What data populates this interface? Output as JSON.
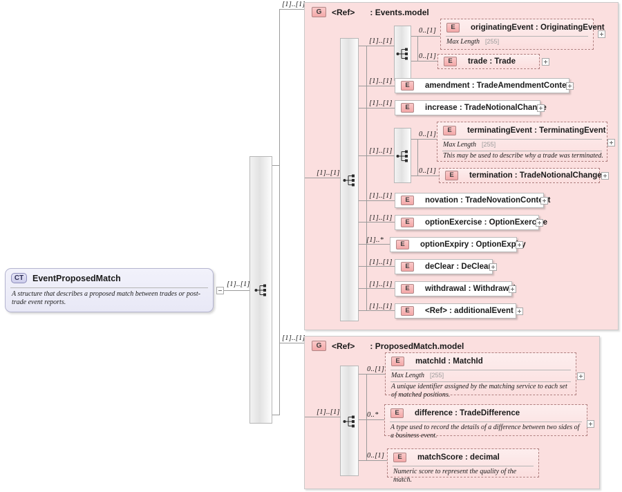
{
  "diagram": {
    "root": {
      "tag": "CT",
      "name": "EventProposedMatch",
      "documentation": "A structure that describes a proposed match between trades or post-trade event reports.",
      "cardinality": "[1]..[1]"
    },
    "groups": [
      {
        "id": "events-model",
        "tag": "G",
        "ref_label": "<Ref>",
        "title": ": Events.model",
        "cardinality": "[1]..[1]",
        "children": [
          {
            "kind": "choice",
            "cardinality": "[1]..[1]",
            "children": [
              {
                "tag": "E",
                "name": "originatingEvent : OriginatingEvent",
                "cardinality": "0..[1]",
                "facet_label": "Max Length",
                "facet_value": "[255]",
                "optional": true,
                "expander": "plus"
              },
              {
                "tag": "E",
                "name": "trade      : Trade",
                "cardinality": "0..[1]",
                "optional": true,
                "expander": "plus"
              }
            ]
          },
          {
            "tag": "E",
            "name": "amendment : TradeAmendmentContent",
            "cardinality": "[1]..[1]",
            "optional": false,
            "expander": "plus"
          },
          {
            "tag": "E",
            "name": "increase : TradeNotionalChange",
            "cardinality": "[1]..[1]",
            "optional": false,
            "expander": "plus"
          },
          {
            "kind": "choice",
            "cardinality": "[1]..[1]",
            "children": [
              {
                "tag": "E",
                "name": "terminatingEvent : TerminatingEvent",
                "cardinality": "0..[1]",
                "facet_label": "Max Length",
                "facet_value": "[255]",
                "documentation": "This may be used to describe why a trade was terminated.",
                "optional": true,
                "expander": "plus"
              },
              {
                "tag": "E",
                "name": "termination : TradeNotionalChange",
                "cardinality": "0..[1]",
                "optional": true,
                "expander": "plus"
              }
            ]
          },
          {
            "tag": "E",
            "name": "novation : TradeNovationContent",
            "cardinality": "[1]..[1]",
            "optional": false,
            "expander": "plus"
          },
          {
            "tag": "E",
            "name": "optionExercise : OptionExercise",
            "cardinality": "[1]..[1]",
            "optional": false,
            "expander": "plus"
          },
          {
            "tag": "E",
            "name": "optionExpiry : OptionExpiry",
            "cardinality": "[1]..*",
            "optional": false,
            "expander": "plus"
          },
          {
            "tag": "E",
            "name": "deClear  : DeClear",
            "cardinality": "[1]..[1]",
            "optional": false,
            "expander": "plus"
          },
          {
            "tag": "E",
            "name": "withdrawal : Withdrawal",
            "cardinality": "[1]..[1]",
            "optional": false,
            "expander": "plus"
          },
          {
            "tag": "E",
            "name": "<Ref>      : additionalEvent",
            "cardinality": "[1]..[1]",
            "optional": false,
            "expander": "plus"
          }
        ]
      },
      {
        "id": "proposedmatch-model",
        "tag": "G",
        "ref_label": "<Ref>",
        "title": ": ProposedMatch.model",
        "cardinality": "[1]..[1]",
        "children": [
          {
            "kind": "choice",
            "cardinality": "[1]..[1]",
            "children": [
              {
                "tag": "E",
                "name": "matchId  : MatchId",
                "cardinality": "0..[1]",
                "facet_label": "Max Length",
                "facet_value": "[255]",
                "documentation": "A unique identifier assigned by the matching service to each set of matched positions.",
                "optional": true,
                "expander": "plus"
              },
              {
                "tag": "E",
                "name": "difference : TradeDifference",
                "cardinality": "0..*",
                "documentation": "A type used to record the details of a difference between two sides of a business event.",
                "optional": true,
                "expander": "plus"
              },
              {
                "tag": "E",
                "name": "matchScore : decimal",
                "cardinality": "0..[1]",
                "documentation": "Numeric score to represent the quality of the match.",
                "optional": true,
                "expander": "none"
              }
            ]
          }
        ]
      }
    ],
    "icons": {
      "sequence": "sequence-compositor-icon",
      "choice": "choice-compositor-icon",
      "collapse": "collapse-toggle-icon",
      "expand": "expand-toggle-icon"
    },
    "colors": {
      "group_fill": "#fbdfdf",
      "node_optional_fill": "#fdeeee",
      "tag_element": "#f3a8a8",
      "tag_complextype": "#cdcdec",
      "line": "#9a9a9a"
    }
  }
}
